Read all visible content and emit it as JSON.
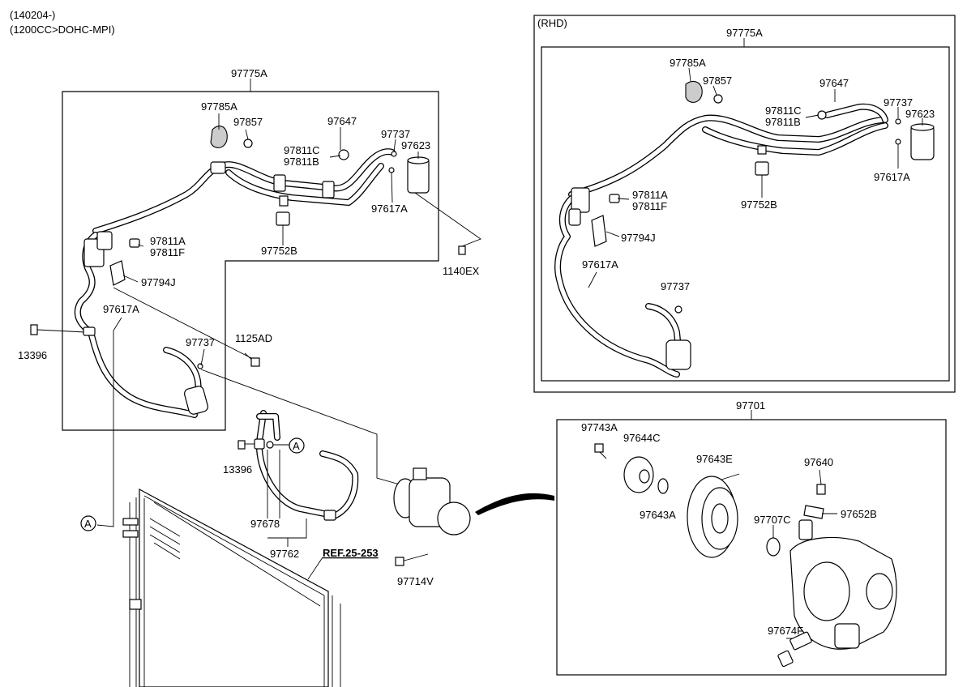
{
  "header": {
    "line1": "(140204-)",
    "line2": "(1200CC>DOHC-MPI)"
  },
  "rhd": {
    "tag": "(RHD)"
  },
  "ref": "REF.25-253",
  "callout": "A",
  "labels": {
    "main_97775A": "97775A",
    "main_97785A": "97785A",
    "main_97857": "97857",
    "main_97647": "97647",
    "main_97737a": "97737",
    "main_97623": "97623",
    "main_97811C": "97811C",
    "main_97811B": "97811B",
    "main_97617A_top": "97617A",
    "main_97811A": "97811A",
    "main_97811F": "97811F",
    "main_97752B": "97752B",
    "main_1140EX": "1140EX",
    "main_97794J": "97794J",
    "main_97617A": "97617A",
    "main_13396a": "13396",
    "main_97737b": "97737",
    "main_1125AD": "1125AD",
    "main_13396b": "13396",
    "main_97678": "97678",
    "main_97762": "97762",
    "main_97714V": "97714V",
    "rhd_97775A": "97775A",
    "rhd_97785A": "97785A",
    "rhd_97857": "97857",
    "rhd_97647": "97647",
    "rhd_97737a": "97737",
    "rhd_97623": "97623",
    "rhd_97811C": "97811C",
    "rhd_97811B": "97811B",
    "rhd_97617A_r": "97617A",
    "rhd_97752B": "97752B",
    "rhd_97811A": "97811A",
    "rhd_97811F": "97811F",
    "rhd_97794J": "97794J",
    "rhd_97617A": "97617A",
    "rhd_97737b": "97737",
    "comp_97701": "97701",
    "comp_97743A": "97743A",
    "comp_97644C": "97644C",
    "comp_97643E": "97643E",
    "comp_97640": "97640",
    "comp_97643A": "97643A",
    "comp_97707C": "97707C",
    "comp_97652B": "97652B",
    "comp_97674F": "97674F"
  }
}
